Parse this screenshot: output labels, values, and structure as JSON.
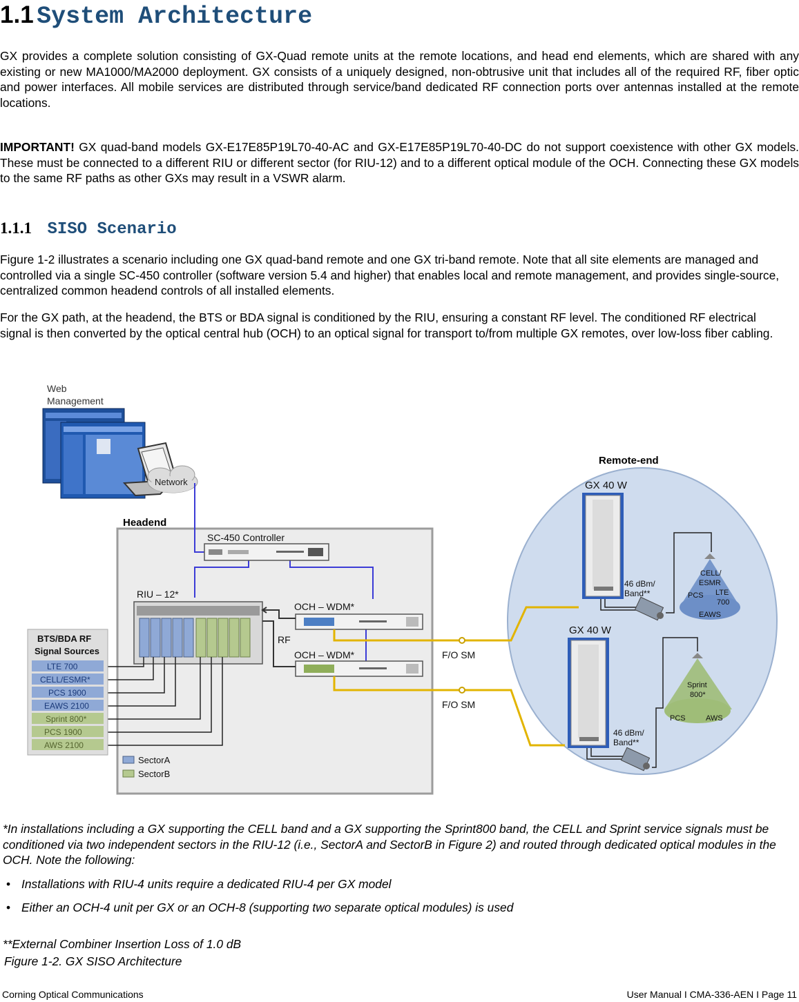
{
  "heading": {
    "number": "1.1",
    "title": "System Architecture"
  },
  "intro": "GX provides a complete solution consisting of GX-Quad remote units at the remote locations, and head end elements, which are shared with any existing or new MA1000/MA2000 deployment. GX consists of a uniquely designed, non-obtrusive unit that includes all of the required RF, fiber optic and power interfaces. All mobile services are distributed through service/band dedicated RF connection ports over antennas installed at the remote locations.",
  "important": {
    "label": "IMPORTANT!",
    "text": " GX quad-band models GX-E17E85P19L70-40-AC and GX-E17E85P19L70-40-DC do not support coexistence with other GX models. These must be connected to a different RIU or different sector (for RIU-12) and to a different optical module of the OCH. Connecting these GX models to the same RF paths as other GXs may result in a VSWR alarm."
  },
  "subheading": {
    "number": "1.1.1",
    "title": "SISO Scenario"
  },
  "para1": "Figure 1-2 illustrates a scenario including one GX quad-band remote and one GX tri-band remote. Note that all site elements are managed and controlled via a single SC-450 controller (software version 5.4 and higher) that enables local and remote management, and provides single-source, centralized common headend controls of all installed elements.",
  "para2": "For the GX path, at the headend, the BTS or BDA signal is conditioned by the RIU, ensuring a constant RF level. The conditioned RF electrical signal is then converted by the optical central hub (OCH) to an optical signal for transport to/from multiple GX remotes, over low-loss fiber cabling.",
  "diagram": {
    "web_management": [
      "Web",
      "Management"
    ],
    "network": "Network",
    "headend": "Headend",
    "controller": "SC-450 Controller",
    "riu": "RIU – 12*",
    "och1": "OCH – WDM*",
    "och2": "OCH – WDM*",
    "rf": "RF",
    "fo1": "F/O SM",
    "fo2": "F/O SM",
    "sources_title": [
      "BTS/BDA RF",
      "Signal Sources"
    ],
    "sources": [
      "LTE 700",
      "CELL/ESMR*",
      "PCS 1900",
      "EAWS 2100",
      "Sprint 800*",
      "PCS 1900",
      "AWS 2100"
    ],
    "legend": [
      "SectorA",
      "SectorB"
    ],
    "remote_end": "Remote-end",
    "gx1": "GX 40 W",
    "gx2": "GX 40 W",
    "power1": [
      "46 dBm/",
      "Band**"
    ],
    "power2": [
      "46 dBm/",
      "Band**"
    ],
    "cone1": [
      "CELL/",
      "ESMR",
      "PCS",
      "LTE",
      "700",
      "EAWS"
    ],
    "cone2": [
      "Sprint",
      "800*",
      "PCS",
      "AWS"
    ],
    "colors": {
      "sectorA": "#8fa9d6",
      "sectorB": "#b5c98f",
      "cable_blue": "#3b3bd6",
      "fiber_yellow": "#e2b400",
      "remote_bg": "#cfdcee"
    }
  },
  "footnote1": "*In installations including a GX supporting the CELL band and a GX supporting the Sprint800 band, the CELL and Sprint service signals must be conditioned via two independent sectors in the RIU-12 (i.e., SectorA and SectorB in Figure 2) and routed through dedicated optical modules in the OCH. Note the following:",
  "bullets": [
    "Installations with RIU-4 units require a dedicated RIU-4 per GX model",
    "Either an OCH-4 unit per GX or an OCH-8 (supporting two separate optical modules) is used"
  ],
  "footnote2": "**External Combiner Insertion Loss of 1.0 dB",
  "caption": "Figure 1-2. GX SISO Architecture",
  "footer": {
    "left": "Corning Optical Communications",
    "right": "User Manual I CMA-336-AEN I Page 11"
  }
}
